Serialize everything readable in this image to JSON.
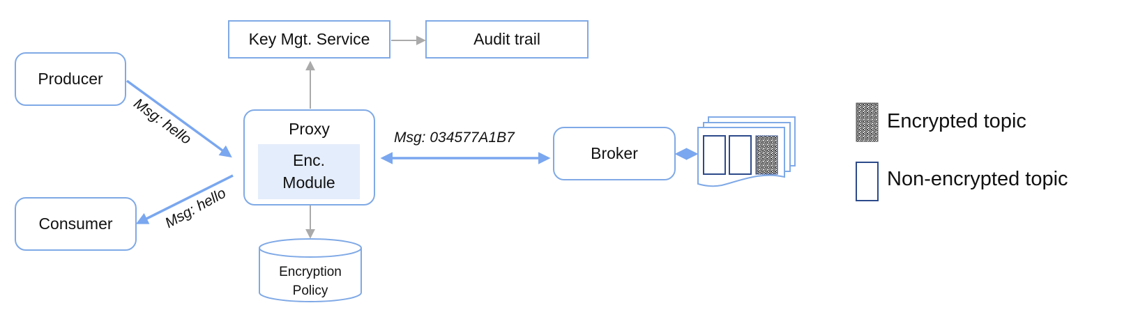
{
  "nodes": {
    "producer": "Producer",
    "consumer": "Consumer",
    "key_mgt": "Key Mgt. Service",
    "audit": "Audit trail",
    "proxy": "Proxy",
    "enc_module_line1": "Enc.",
    "enc_module_line2": "Module",
    "policy_line1": "Encryption",
    "policy_line2": "Policy",
    "broker": "Broker"
  },
  "edge_labels": {
    "producer_to_proxy": "Msg: hello",
    "proxy_to_consumer": "Msg: hello",
    "proxy_broker": "Msg: 034577A1B7"
  },
  "legend": {
    "encrypted": "Encrypted topic",
    "non_encrypted": "Non-encrypted topic"
  },
  "colors": {
    "box_border": "#7fa9e6",
    "arrow_blue": "#7aa7ef",
    "arrow_gray": "#aaaaaa",
    "module_fill": "#e4edfb",
    "topic_border": "#2c4a8a"
  }
}
